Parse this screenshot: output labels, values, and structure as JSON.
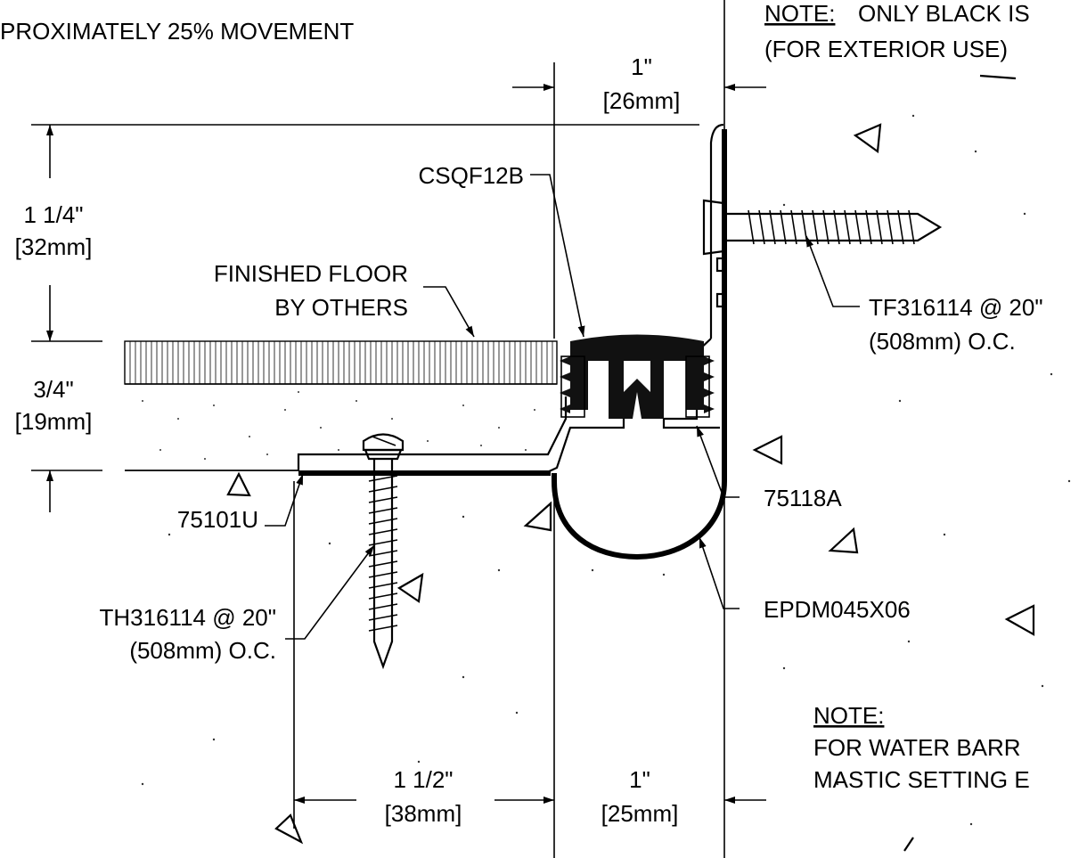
{
  "notes": {
    "movement": "PROXIMATELY 25% MOVEMENT",
    "top_note_heading": "NOTE:",
    "top_note_line1": "ONLY BLACK IS",
    "top_note_line2": "(FOR EXTERIOR USE)",
    "bottom_note_heading": "NOTE:",
    "bottom_note_line1": "FOR WATER BARR",
    "bottom_note_line2": "MASTIC SETTING E"
  },
  "dimensions": {
    "top_width": {
      "value": "1\"",
      "metric": "[26mm]"
    },
    "upper_height": {
      "value": "1 1/4\"",
      "metric": "[32mm]"
    },
    "floor_height": {
      "value": "3/4\"",
      "metric": "[19mm]"
    },
    "bottom_left_width": {
      "value": "1 1/2\"",
      "metric": "[38mm]"
    },
    "bottom_right_width": {
      "value": "1\"",
      "metric": "[25mm]"
    }
  },
  "callouts": {
    "cover": "CSQF12B",
    "floor_line1": "FINISHED FLOOR",
    "floor_line2": "BY OTHERS",
    "base_angle": "75101U",
    "screw_left_line1": "TH316114 @ 20\"",
    "screw_left_line2": "(508mm) O.C.",
    "screw_right_line1": "TF316114 @ 20\"",
    "screw_right_line2": "(508mm) O.C.",
    "wall_angle": "75118A",
    "seal": "EPDM045X06"
  },
  "colors": {
    "line": "#000000",
    "background": "#ffffff",
    "fill_dark": "#111111"
  }
}
